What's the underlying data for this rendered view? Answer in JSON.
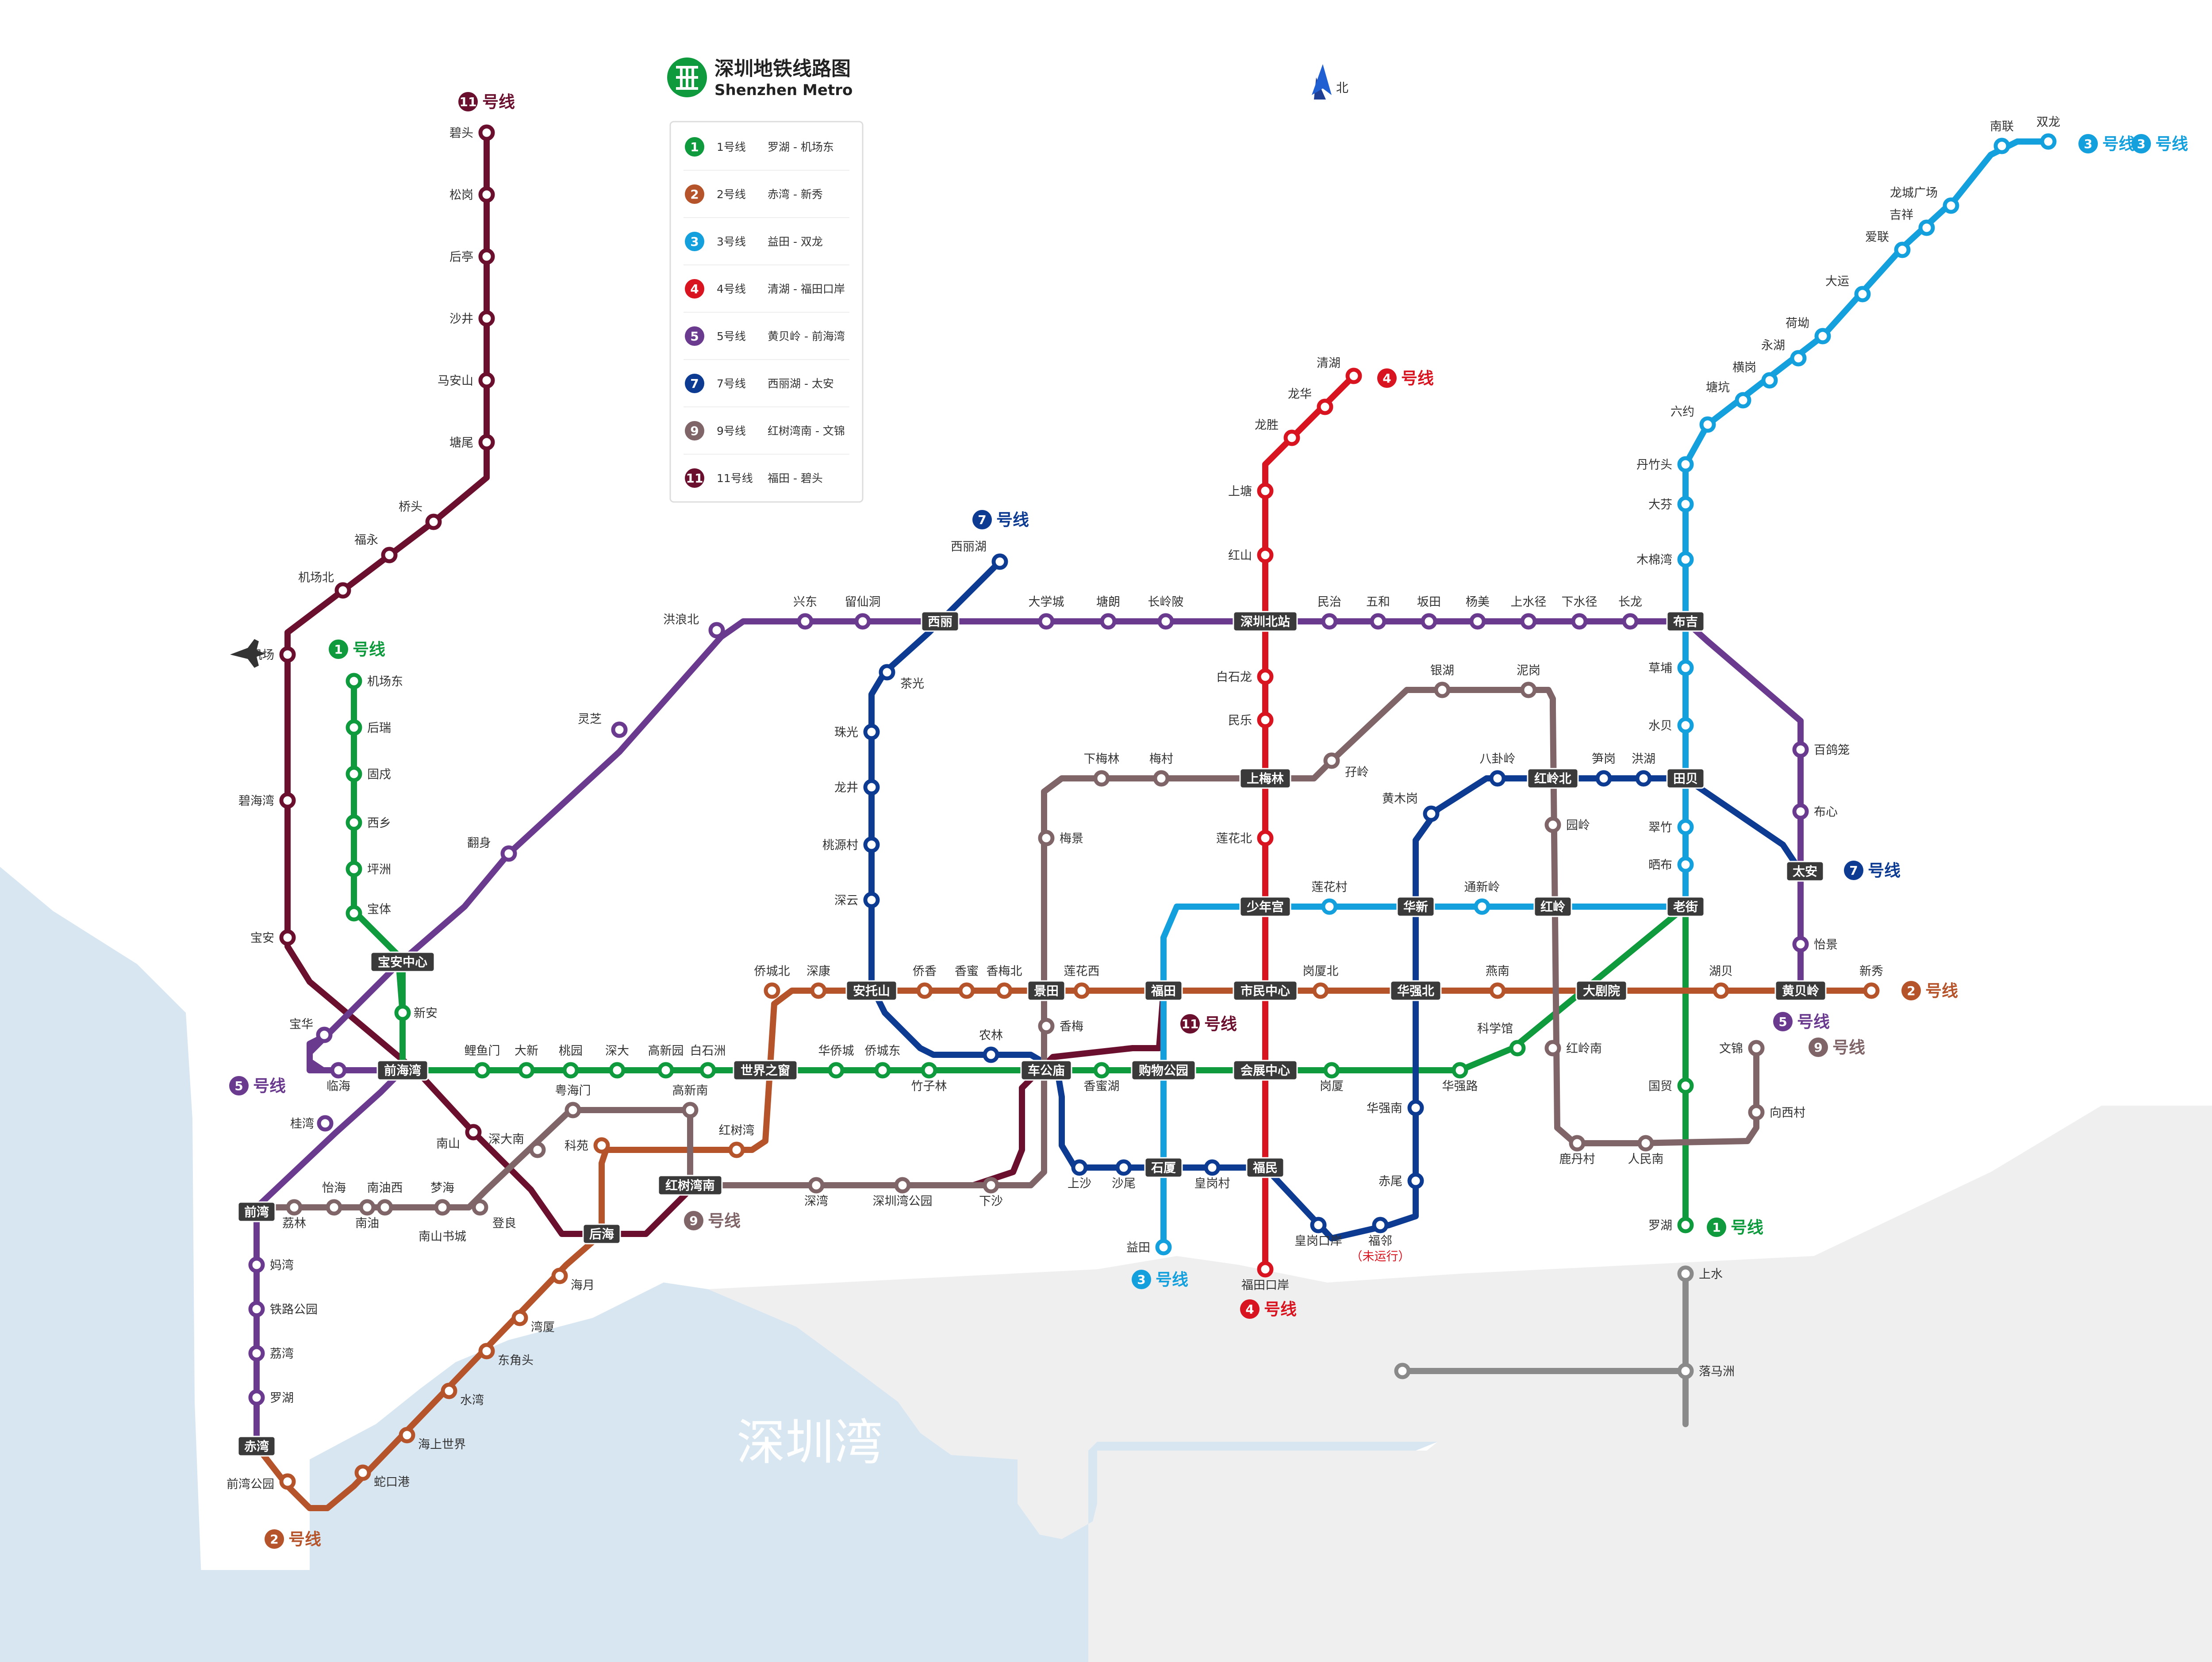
{
  "title": {
    "cn": "深圳地铁线路图",
    "en": "Shenzhen Metro"
  },
  "north_label": "北",
  "bay_label": "深圳湾",
  "legend": [
    {
      "num": "1",
      "name": "1号线",
      "route": "罗湖 - 机场东",
      "color": "#0f9a3e"
    },
    {
      "num": "2",
      "name": "2号线",
      "route": "赤湾 - 新秀",
      "color": "#b5532a"
    },
    {
      "num": "3",
      "name": "3号线",
      "route": "益田 - 双龙",
      "color": "#14a0dc"
    },
    {
      "num": "4",
      "name": "4号线",
      "route": "清湖 - 福田口岸",
      "color": "#d7141f"
    },
    {
      "num": "5",
      "name": "5号线",
      "route": "黄贝岭 - 前海湾",
      "color": "#6a3a8e"
    },
    {
      "num": "7",
      "name": "7号线",
      "route": "西丽湖 - 太安",
      "color": "#0d3b91"
    },
    {
      "num": "9",
      "name": "9号线",
      "route": "红树湾南 - 文锦",
      "color": "#7f6468"
    },
    {
      "num": "11",
      "name": "11号线",
      "route": "福田 - 碧头",
      "color": "#6a0f2e"
    }
  ],
  "line_tags": [
    {
      "num": "11",
      "text": "号线",
      "color": "#6a0f2e"
    },
    {
      "num": "1",
      "text": "号线",
      "color": "#0f9a3e"
    },
    {
      "num": "7",
      "text": "号线",
      "color": "#0d3b91"
    },
    {
      "num": "4",
      "text": "号线",
      "color": "#d7141f"
    },
    {
      "num": "3",
      "text": "号线",
      "color": "#14a0dc"
    },
    {
      "num": "7",
      "text": "号线",
      "color": "#0d3b91"
    },
    {
      "num": "2",
      "text": "号线",
      "color": "#b5532a"
    },
    {
      "num": "5",
      "text": "号线",
      "color": "#6a3a8e"
    },
    {
      "num": "9",
      "text": "号线",
      "color": "#7f6468"
    },
    {
      "num": "11",
      "text": "号线",
      "color": "#6a0f2e"
    },
    {
      "num": "5",
      "text": "号线",
      "color": "#6a3a8e"
    },
    {
      "num": "9",
      "text": "号线",
      "color": "#7f6468"
    },
    {
      "num": "1",
      "text": "号线",
      "color": "#0f9a3e"
    },
    {
      "num": "3",
      "text": "号线",
      "color": "#14a0dc"
    },
    {
      "num": "4",
      "text": "号线",
      "color": "#d7141f"
    },
    {
      "num": "2",
      "text": "号线",
      "color": "#b5532a"
    },
    {
      "num": "3",
      "text": "号线",
      "color": "#14a0dc"
    }
  ],
  "interchanges": [
    "宝安中心",
    "前海湾",
    "世界之窗",
    "车公庙",
    "购物公园",
    "会展中心",
    "福田",
    "市民中心",
    "华强北",
    "大剧院",
    "黄贝岭",
    "布吉",
    "深圳北站",
    "西丽",
    "上梅林",
    "少年宫",
    "华新",
    "红岭",
    "老街",
    "红岭北",
    "田贝",
    "太安",
    "安托山",
    "景田",
    "石厦",
    "福民",
    "红树湾南",
    "后海",
    "前湾",
    "赤湾"
  ],
  "stations": [
    "碧头",
    "松岗",
    "后亭",
    "沙井",
    "马安山",
    "塘尾",
    "桥头",
    "福永",
    "机场北",
    "机场",
    "碧海湾",
    "宝安",
    "机场东",
    "后瑞",
    "固戍",
    "西乡",
    "坪洲",
    "宝体",
    "新安",
    "宝华",
    "临海",
    "桂湾",
    "南山",
    "鲤鱼门",
    "大新",
    "桃园",
    "深大",
    "高新园",
    "白石洲",
    "侨城北",
    "深康",
    "侨香",
    "香蜜",
    "香梅北",
    "莲花西",
    "华侨城",
    "侨城东",
    "竹子林",
    "农林",
    "香梅",
    "香蜜湖",
    "岗厦",
    "华强路",
    "科学馆",
    "上沙",
    "沙尾",
    "皇岗村",
    "益田",
    "皇岗口岸",
    "福邻",
    "（未运行）",
    "福田口岸",
    "赤尾",
    "华强南",
    "岗厦北",
    "燕南",
    "湖贝",
    "新秀",
    "灵芝",
    "翻身",
    "洪浪北",
    "兴东",
    "留仙洞",
    "大学城",
    "塘朗",
    "长岭陂",
    "西丽湖",
    "茶光",
    "珠光",
    "龙井",
    "桃源村",
    "深云",
    "清湖",
    "龙华",
    "龙胜",
    "上塘",
    "红山",
    "民治",
    "五和",
    "坂田",
    "杨美",
    "上水径",
    "下水径",
    "长龙",
    "白石龙",
    "民乐",
    "莲花北",
    "下梅林",
    "梅村",
    "梅景",
    "孖岭",
    "银湖",
    "泥岗",
    "园岭",
    "红岭南",
    "鹿丹村",
    "人民南",
    "黄木岗",
    "八卦岭",
    "笋岗",
    "洪湖",
    "莲花村",
    "通新岭",
    "文锦",
    "向西村",
    "百鸽笼",
    "布心",
    "怡景",
    "双龙",
    "南联",
    "龙城广场",
    "吉祥",
    "爱联",
    "大运",
    "荷坳",
    "永湖",
    "横岗",
    "塘坑",
    "六约",
    "丹竹头",
    "大芬",
    "木棉湾",
    "草埔",
    "水贝",
    "翠竹",
    "晒布",
    "国贸",
    "罗湖",
    "粤海门",
    "高新南",
    "红树湾",
    "科苑",
    "深大南",
    "深湾",
    "深圳湾公园",
    "下沙",
    "怡海",
    "南油西",
    "梦海",
    "荔林",
    "南油",
    "南山书城",
    "登良",
    "海月",
    "湾厦",
    "东角头",
    "水湾",
    "海上世界",
    "蛇口港",
    "前湾公园",
    "妈湾",
    "铁路公园",
    "荔湾",
    "罗湖",
    "上水",
    "落马洲"
  ]
}
